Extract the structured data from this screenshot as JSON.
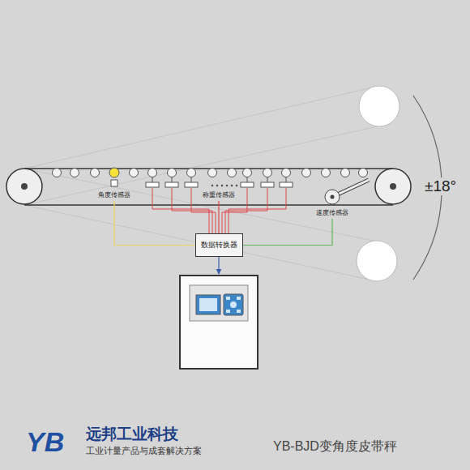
{
  "diagram": {
    "nodes": [
      {
        "text": [
          "角度传感器"
        ]
      },
      {
        "text": [
          "称重传感器"
        ]
      },
      {
        "text": [
          "速度传感器"
        ]
      },
      {
        "text": [
          "数据转换器"
        ]
      }
    ],
    "edges": [
      {
        "from": 0,
        "to": 3,
        "arrow": "none"
      },
      {
        "from": 1,
        "to": 3,
        "arrow": "none"
      },
      {
        "from": 2,
        "to": 3,
        "arrow": "none"
      }
    ],
    "labels": [
      "±18°",
      "YB",
      "远邦工业科技",
      "工业计量产品与成套解决方案",
      "YB-BJD变角度皮带秤"
    ]
  }
}
